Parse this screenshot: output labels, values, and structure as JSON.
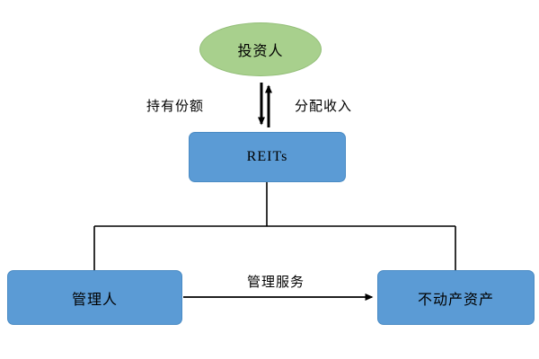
{
  "diagram": {
    "nodes": {
      "investor": {
        "label": "投资人"
      },
      "reits": {
        "label": "REITs"
      },
      "manager": {
        "label": "管理人"
      },
      "assets": {
        "label": "不动产资产"
      }
    },
    "edges": {
      "hold_shares": {
        "label": "持有份额"
      },
      "distribute_income": {
        "label": "分配收入"
      },
      "management_service": {
        "label": "管理服务"
      }
    },
    "colors": {
      "node_fill_blue": "#5B9BD5",
      "node_fill_green": "#A8D08D",
      "connector": "#000000",
      "background": "#FFFFFF"
    }
  }
}
